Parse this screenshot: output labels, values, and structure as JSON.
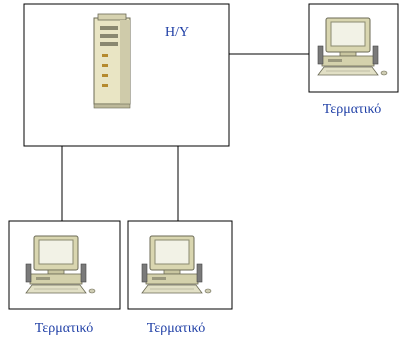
{
  "server": {
    "label": "H/Y"
  },
  "terminals": [
    {
      "label": "Τερματικό"
    },
    {
      "label": "Τερματικό"
    },
    {
      "label": "Τερματικό"
    }
  ],
  "icons": {
    "server": "server-tower-icon",
    "terminal": "desktop-computer-icon"
  },
  "colors": {
    "label": "#1f3fa6",
    "line": "#000000"
  }
}
